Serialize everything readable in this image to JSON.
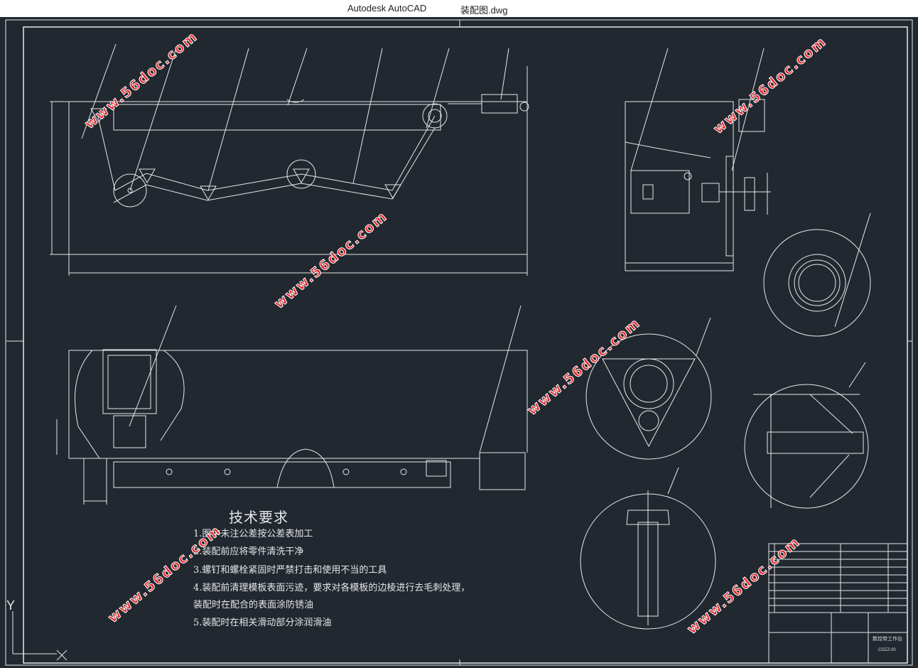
{
  "window": {
    "app_name": "Autodesk AutoCAD",
    "file_name": "装配图.dwg"
  },
  "drawing": {
    "tech_requirements": {
      "title": "技术要求",
      "lines": [
        "1.图中未注公差按公差表加工",
        "2.装配前应将零件清洗干净",
        "3.螺钉和螺栓紧固时严禁打击和使用不当的工具",
        "4.装配前清理模板表面污迹，要求对各模板的边棱进行去毛刺处理，",
        "装配时在配合的表面涂防锈油",
        "5.装配时在相关滑动部分涂润滑油"
      ]
    },
    "watermark": "www.56doc.com",
    "title_block": {
      "drawing_name": "数控带工作台",
      "drawing_no": "CDZZ-00"
    },
    "ucs_label": "Y"
  },
  "colors": {
    "background": "#212830",
    "line": "#e8e8e8",
    "watermark": "#e0262a"
  }
}
